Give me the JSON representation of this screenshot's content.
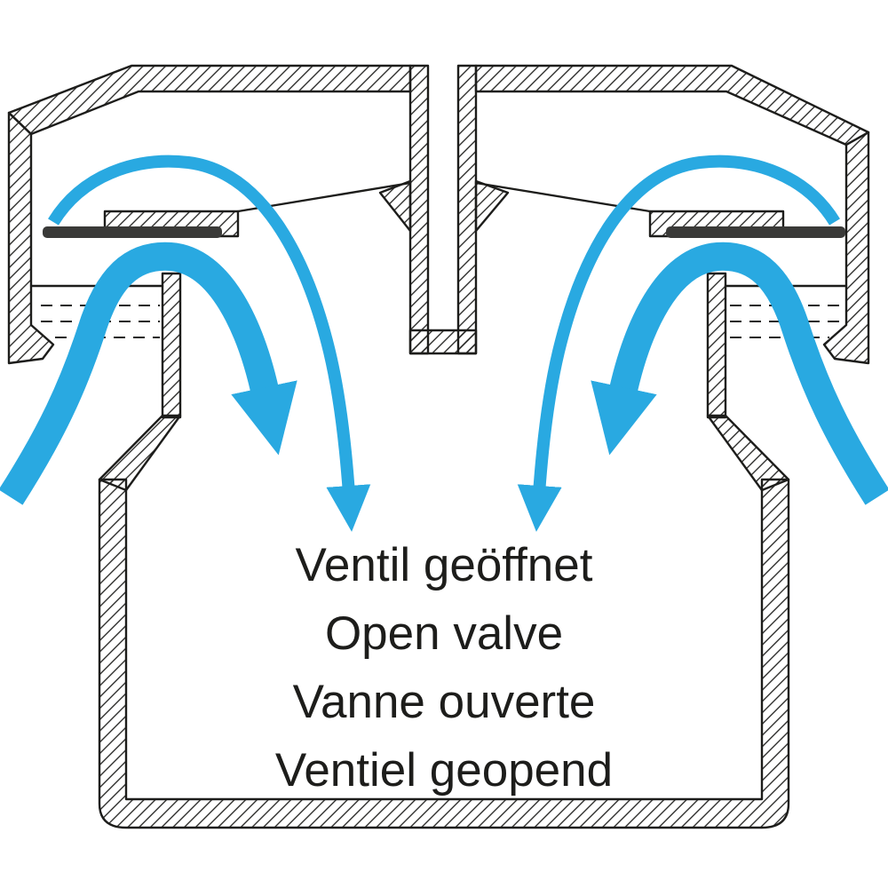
{
  "diagram": {
    "labels": [
      {
        "lang": "de",
        "text": "Ventil geöffnet"
      },
      {
        "lang": "en",
        "text": "Open valve"
      },
      {
        "lang": "fr",
        "text": "Vanne ouverte"
      },
      {
        "lang": "nl",
        "text": "Ventiel geopend"
      }
    ],
    "colors": {
      "airflow": "#29a9e1",
      "outline": "#1d1d1b",
      "seal": "#3a3a38",
      "background": "#ffffff"
    }
  }
}
